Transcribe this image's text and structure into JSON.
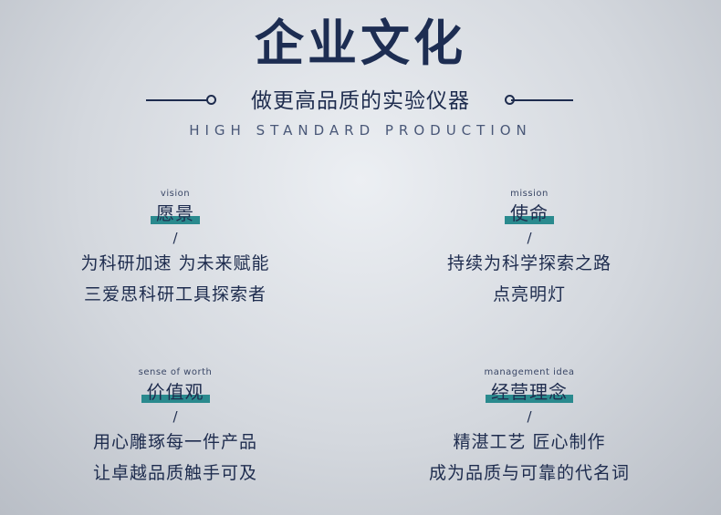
{
  "header": {
    "title": "企业文化",
    "subtitle": "做更高品质的实验仪器",
    "subtitle_en": "HIGH STANDARD PRODUCTION"
  },
  "values": {
    "vision": {
      "en": "vision",
      "cn": "愿景",
      "slash": "/",
      "lines": [
        "为科研加速 为未来赋能",
        "三爱思科研工具探索者"
      ]
    },
    "mission": {
      "en": "mission",
      "cn": "使命",
      "slash": "/",
      "lines": [
        "持续为科学探索之路",
        "点亮明灯"
      ]
    },
    "worth": {
      "en": "sense of worth",
      "cn": "价值观",
      "slash": "/",
      "lines": [
        "用心雕琢每一件产品",
        "让卓越品质触手可及"
      ]
    },
    "management": {
      "en": "management idea",
      "cn": "经营理念",
      "slash": "/",
      "lines": [
        "精湛工艺 匠心制作",
        "成为品质与可靠的代名词"
      ]
    }
  },
  "colors": {
    "navy": "#1e2c4e",
    "teal": "#2a8a8e"
  }
}
